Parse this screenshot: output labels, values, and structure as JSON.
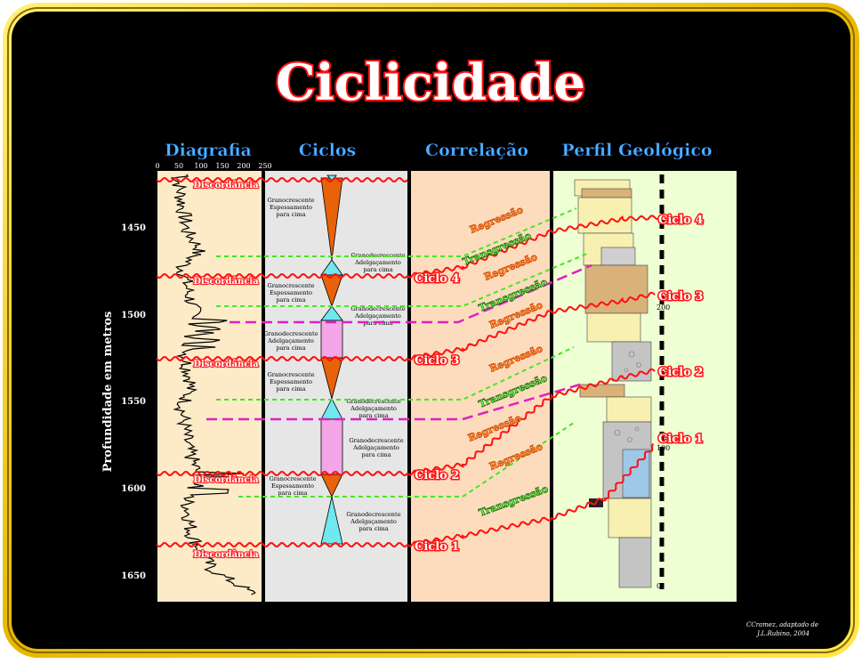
{
  "title": "Ciclicidade",
  "headers": {
    "diagrafia": "Diagrafia",
    "ciclos": "Ciclos",
    "correlacao": "Correlação",
    "perfil": "Perfil Geológico"
  },
  "log_scale": [
    "0",
    "50",
    "100",
    "150",
    "200",
    "250"
  ],
  "depth_axis": {
    "label": "Profundidade em metros",
    "ticks": [
      "1450",
      "1500",
      "1550",
      "1600",
      "1650"
    ]
  },
  "discordancia": "Discordância",
  "cycle_labels": {
    "granocrescente": [
      "Granocrescente",
      "Espessamento",
      "para cima"
    ],
    "granodecrescente": [
      "Granodecrescente",
      "Adelgaçamento",
      "para cima"
    ]
  },
  "ciclos": [
    "Ciclo 1",
    "Ciclo 2",
    "Ciclo 3",
    "Ciclo 4"
  ],
  "regressao": "Regressão",
  "transgressao": "Transgressão",
  "perfil_scale": [
    "200",
    "100",
    "0"
  ],
  "credit": [
    "CCramez, adaptado de",
    "J.L.Rubino, 2004"
  ],
  "colors": {
    "frame_outer": "#f0c400",
    "frame_inner": "#000000",
    "title_fill": "#ffffff",
    "title_stroke": "#ff1010",
    "header": "#4fb4ff",
    "diagrafia_bg": "#fdebc8",
    "ciclos_bg": "#e6e6e6",
    "correlacao_bg": "#fcdcbd",
    "perfil_bg": "#efffd4",
    "cycle_orange": "#e8620a",
    "cycle_cyan": "#6fe8f0",
    "cycle_pink": "#f4a6e6",
    "red_line": "#ff1010",
    "green_line": "#44e81e",
    "magenta_line": "#e020c0"
  }
}
